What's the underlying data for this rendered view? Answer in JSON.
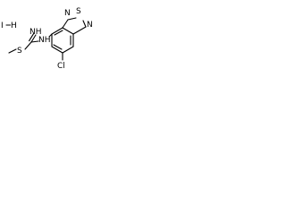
{
  "structure": {
    "labels": {
      "iodide": "I",
      "hydrogen": "H",
      "imine": "NH",
      "thioether_sulfur": "S",
      "thiadiazole_sulfur": "S",
      "ring_nitrogen_top": "N",
      "ring_nitrogen_bottom": "N",
      "amine": "NH",
      "chlorine": "Cl"
    },
    "colors": {
      "ink": "#000000",
      "background": "#ffffff"
    }
  }
}
